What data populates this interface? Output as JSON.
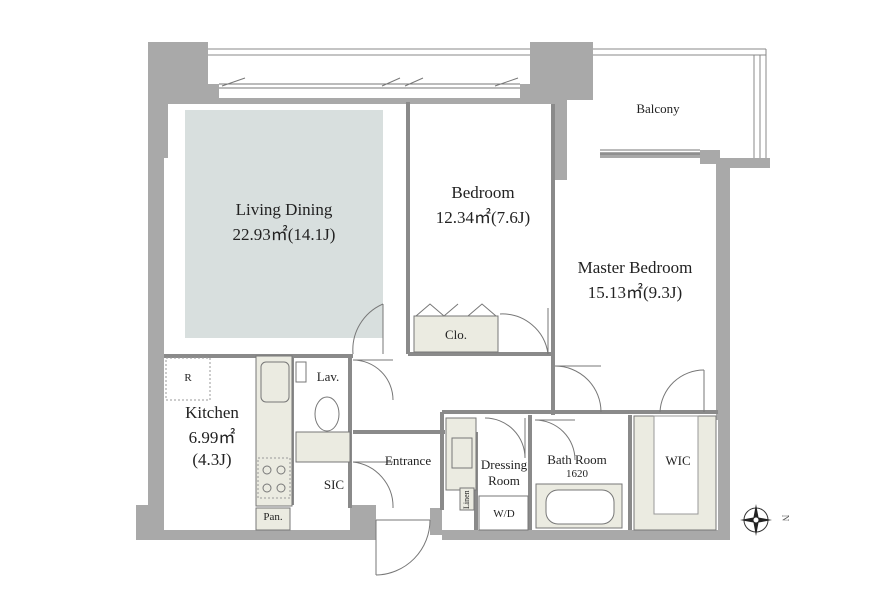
{
  "rooms": {
    "living": {
      "name": "Living Dining",
      "area": "22.93㎡(14.1J)"
    },
    "bedroom": {
      "name": "Bedroom",
      "area": "12.34㎡(7.6J)"
    },
    "master": {
      "name": "Master Bedroom",
      "area": "15.13㎡(9.3J)"
    },
    "kitchen": {
      "name": "Kitchen",
      "area": "6.99㎡",
      "jo": "(4.3J)"
    },
    "balcony": {
      "name": "Balcony"
    },
    "entrance": {
      "name": "Entrance"
    },
    "dressing": {
      "line1": "Dressing",
      "line2": "Room"
    },
    "bath": {
      "name": "Bath Room",
      "size": "1620"
    },
    "wic": {
      "name": "WIC"
    },
    "sic": {
      "name": "SIC"
    },
    "lav": {
      "name": "Lav."
    },
    "clo": {
      "name": "Clo."
    },
    "pan": {
      "name": "Pan."
    },
    "r": {
      "name": "R"
    },
    "wd": {
      "name": "W/D"
    },
    "linen": {
      "name": "Linen"
    }
  },
  "compass": {
    "label": "N"
  },
  "colors": {
    "wall": "#a9a9a9",
    "living_fill": "#d8dfde",
    "fixture_fill": "#ebebe1",
    "line": "#777777"
  }
}
